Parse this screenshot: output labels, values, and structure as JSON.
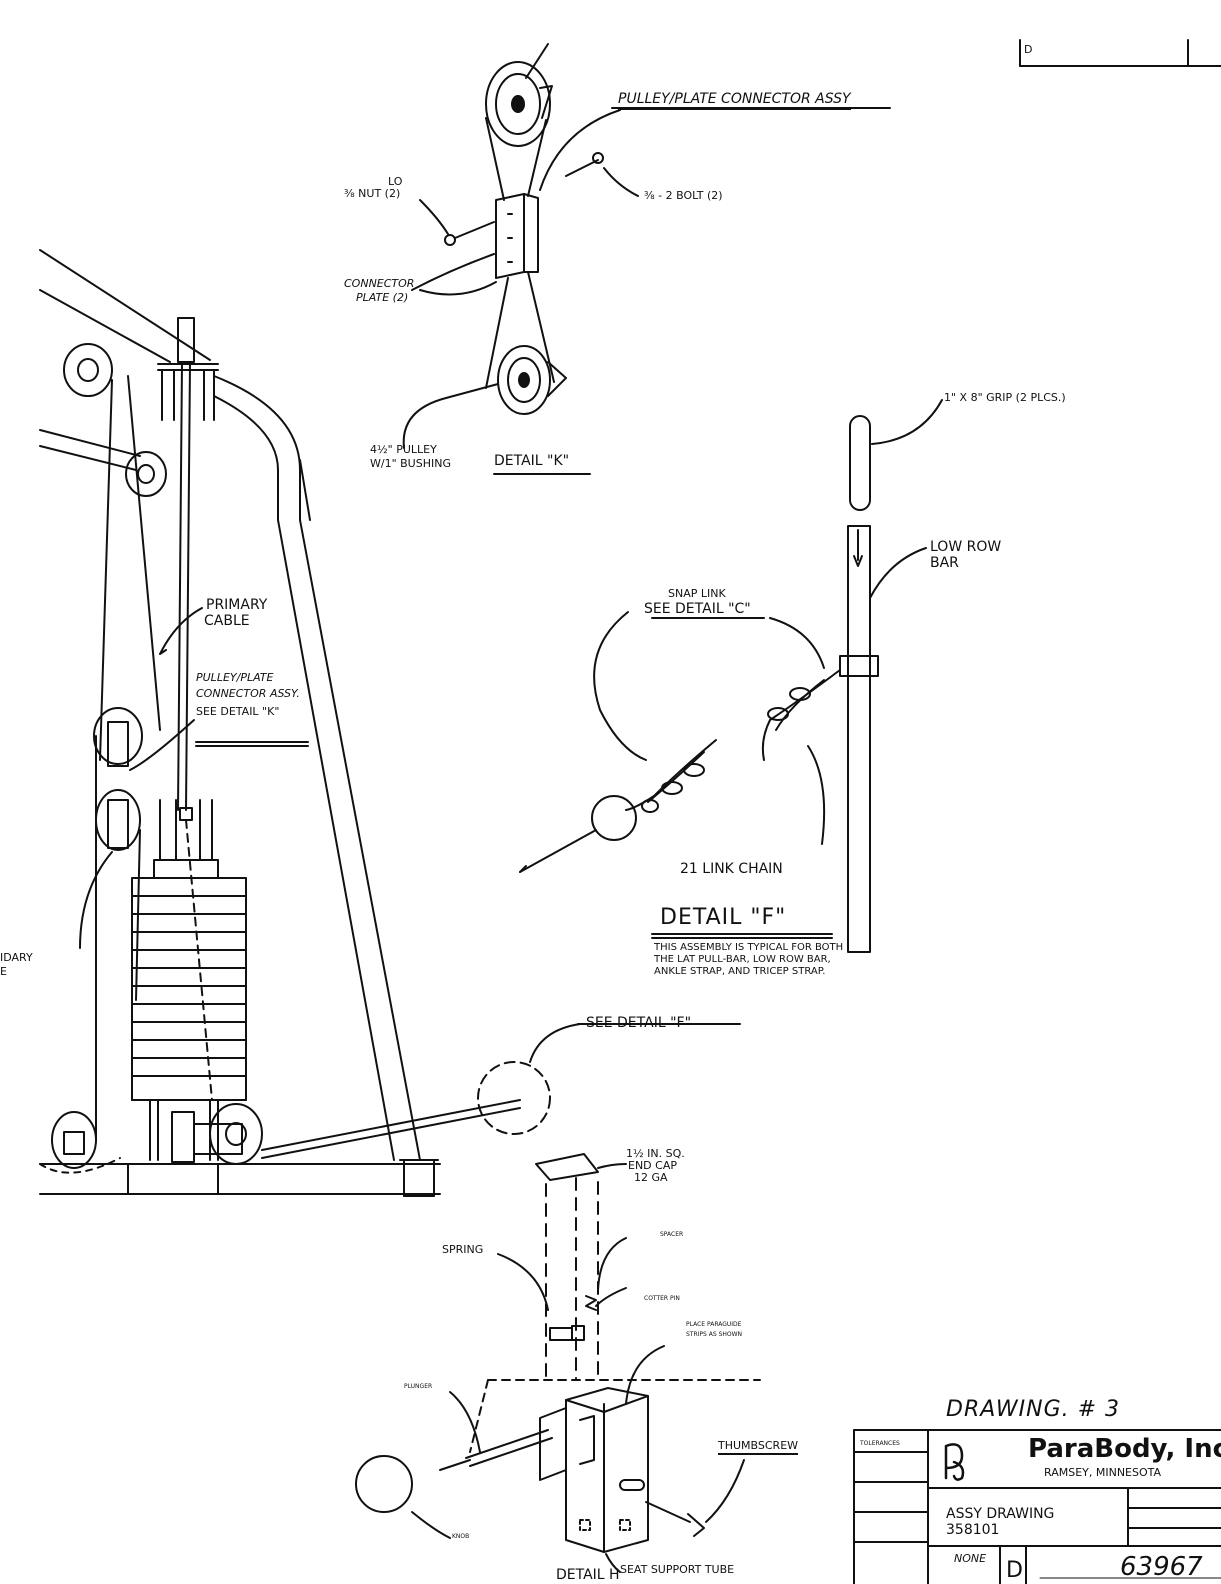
{
  "detail_k": {
    "title": "DETAIL \"K\"",
    "assy_label": "PULLEY/PLATE CONNECTOR ASSY",
    "nut_label_a": "LO",
    "nut_label_b": "⅜ NUT (2)",
    "bolt_label": "⅜ - 2 BOLT (2)",
    "plate_label_a": "CONNECTOR",
    "plate_label_b": "PLATE (2)",
    "pulley_label_a": "4½\" PULLEY",
    "pulley_label_b": "W/1\" BUSHING"
  },
  "frame": {
    "primary_a": "PRIMARY",
    "primary_b": "CABLE",
    "ppc_a": "PULLEY/PLATE",
    "ppc_b": "CONNECTOR ASSY.",
    "ppc_c": "SEE DETAIL \"K\"",
    "secondary_a": "IDARY",
    "secondary_b": "E"
  },
  "detail_f": {
    "grip_label": "1\" X 8\" GRIP  (2 PLCS.)",
    "bar_a": "LOW ROW",
    "bar_b": "BAR",
    "snap_a": "SNAP LINK",
    "snap_b": "SEE DETAIL \"C\"",
    "chain_label": "21 LINK CHAIN",
    "title": "DETAIL \"F\"",
    "note": "THIS ASSEMBLY IS TYPICAL FOR BOTH\nTHE LAT PULL-BAR, LOW ROW BAR,\nANKLE STRAP, AND TRICEP STRAP.",
    "ref": "SEE DETAIL \"F\""
  },
  "detail_h": {
    "endcap_a": "1½ IN. SQ.",
    "endcap_b": "END CAP",
    "endcap_c": "12 GA",
    "spring": "SPRING",
    "spacer": "SPACER",
    "cotter": "COTTER PIN",
    "strips_a": "PLACE PARAGUIDE",
    "strips_b": "STRIPS AS SHOWN",
    "plunger": "PLUNGER",
    "thumbscrew": "THUMBSCREW",
    "knob": "KNOB",
    "seat_tube": "SEAT SUPPORT TUBE",
    "title": "DETAIL H"
  },
  "title_block": {
    "drawing_no_label": "DRAWING. # 3",
    "tolerances": "TOLERANCES",
    "company": "ParaBody, Inc",
    "location": "RAMSEY, MINNESOTA",
    "title_a": "ASSY DRAWING",
    "title_b": "358101",
    "scale": "NONE",
    "size": "D",
    "drawing_number": "63967"
  },
  "corner_box": "D"
}
